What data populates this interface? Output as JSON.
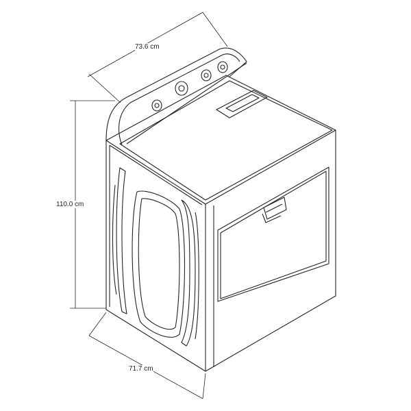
{
  "dimensions": {
    "width": "73.6 cm",
    "height": "110.0 cm",
    "depth": "71.7 cm"
  },
  "colors": {
    "line": "#222222",
    "background": "#ffffff"
  }
}
